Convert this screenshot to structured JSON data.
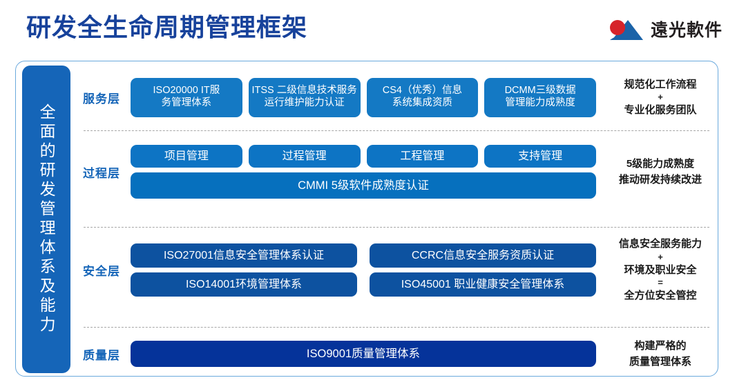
{
  "header": {
    "title": "研发全生命周期管理框架",
    "brand_name": "遠光軟件",
    "brand_logo_icon": "red-circle-blue-mountain-logo",
    "title_color": "#17429b",
    "brand_red": "#d6232a",
    "brand_blue": "#1b63a8"
  },
  "sidebar": {
    "label": "全面的研发管理体系及能力",
    "color": "#1565b8"
  },
  "layers": [
    {
      "id": "service",
      "label": "服务层",
      "chip_color": "#1479c4",
      "chip_rows": [
        [
          "ISO20000 IT服\n务管理体系",
          "ITSS 二级信息技术服务\n运行维护能力认证",
          "CS4（优秀）信息\n系统集成资质",
          "DCMM三级数据\n管理能力成熟度"
        ]
      ],
      "note_lines": [
        "规范化工作流程",
        "+",
        "专业化服务团队"
      ],
      "note_operators": [
        false,
        true,
        false
      ]
    },
    {
      "id": "process",
      "label": "过程层",
      "chip_color": "#0d74c4",
      "chip_rows": [
        [
          "项目管理",
          "过程管理",
          "工程管理",
          "支持管理"
        ],
        [
          "CMMI 5级软件成熟度认证"
        ]
      ],
      "note_lines": [
        "5级能力成熟度",
        "推动研发持续改进"
      ],
      "note_operators": [
        false,
        false
      ]
    },
    {
      "id": "security",
      "label": "安全层",
      "chip_color": "#0d52a0",
      "chip_rows": [
        [
          "ISO27001信息安全管理体系认证",
          "CCRC信息安全服务资质认证"
        ],
        [
          "ISO14001环境管理体系",
          "ISO45001 职业健康安全管理体系"
        ]
      ],
      "note_lines": [
        "信息安全服务能力",
        "+",
        "环境及职业安全",
        "=",
        "全方位安全管控"
      ],
      "note_operators": [
        false,
        true,
        false,
        true,
        false
      ]
    },
    {
      "id": "quality",
      "label": "质量层",
      "chip_color": "#05339a",
      "chip_rows": [
        [
          "ISO9001质量管理体系"
        ]
      ],
      "note_lines": [
        "构建严格的",
        "质量管理体系"
      ],
      "note_operators": [
        false,
        false
      ]
    }
  ]
}
